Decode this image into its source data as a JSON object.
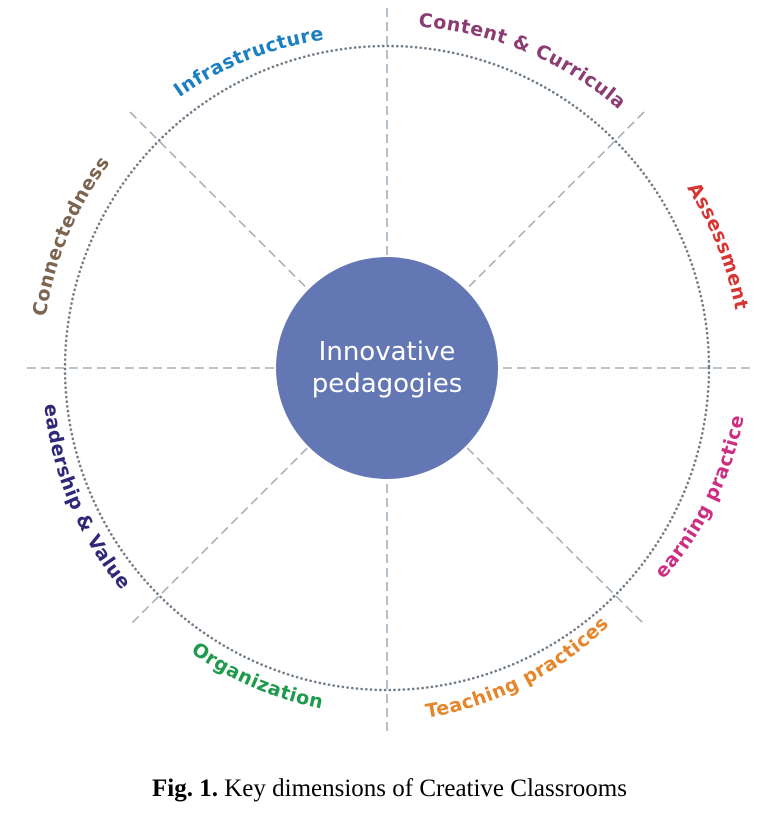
{
  "diagram": {
    "center": {
      "lines": [
        "Innovative",
        "pedagogies"
      ],
      "fill": "#6477b5",
      "text_color": "#ffffff"
    },
    "dimensions": [
      {
        "label": "Infrastructure",
        "color": "#1b7fc0"
      },
      {
        "label": "Content & Curricula",
        "color": "#8b3c72"
      },
      {
        "label": "Assessment",
        "color": "#d63532"
      },
      {
        "label": "Learning practices",
        "color": "#cc2f82"
      },
      {
        "label": "Teaching practices",
        "color": "#e6862b"
      },
      {
        "label": "Organization",
        "color": "#1e9a4b"
      },
      {
        "label": "Leadership & Values",
        "color": "#2f2878"
      },
      {
        "label": "Connectedness",
        "color": "#7b6550"
      }
    ],
    "ring_color": "#6f7b86",
    "divider_color": "#a4b0ba"
  },
  "caption": {
    "figure_number": "Fig. 1.",
    "text": " Key dimensions of Creative Classrooms"
  }
}
